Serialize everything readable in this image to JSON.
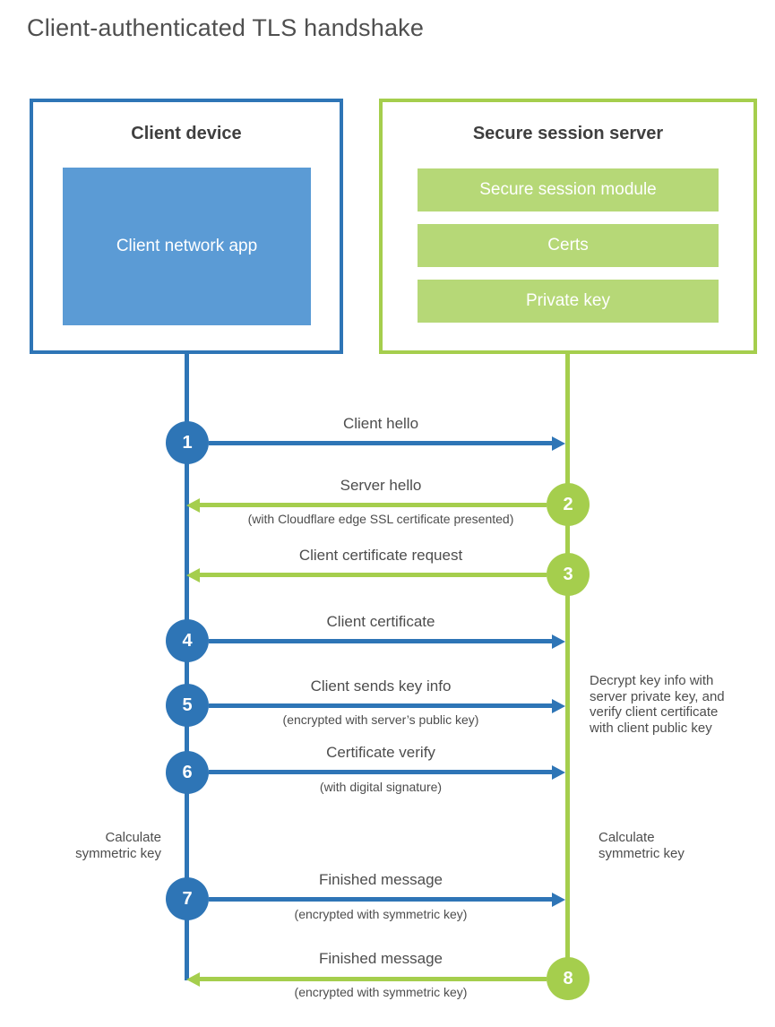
{
  "title": "Client-authenticated TLS handshake",
  "colors": {
    "blue": "#2E75B6",
    "blue_fill": "#5B9BD5",
    "green": "#A5CE4D",
    "green_fill": "#B6D877"
  },
  "client_box": {
    "title": "Client device",
    "app": "Client network app"
  },
  "server_box": {
    "title": "Secure session server",
    "modules": [
      "Secure session module",
      "Certs",
      "Private key"
    ]
  },
  "steps": [
    {
      "num": "1",
      "from": "client",
      "label": "Client hello",
      "sub": ""
    },
    {
      "num": "2",
      "from": "server",
      "label": "Server hello",
      "sub": "(with Cloudflare edge SSL certificate presented)"
    },
    {
      "num": "3",
      "from": "server",
      "label": "Client certificate request",
      "sub": ""
    },
    {
      "num": "4",
      "from": "client",
      "label": "Client certificate",
      "sub": ""
    },
    {
      "num": "5",
      "from": "client",
      "label": "Client sends key info",
      "sub": "(encrypted with server’s public key)"
    },
    {
      "num": "6",
      "from": "client",
      "label": "Certificate verify",
      "sub": "(with digital signature)"
    },
    {
      "num": "7",
      "from": "client",
      "label": "Finished message",
      "sub": "(encrypted with symmetric key)"
    },
    {
      "num": "8",
      "from": "server",
      "label": "Finished message",
      "sub": "(encrypted with symmetric key)"
    }
  ],
  "notes": {
    "decrypt": "Decrypt key info with server private key, and verify client certificate with client public key",
    "calc_left": "Calculate symmetric key",
    "calc_right": "Calculate symmetric key"
  }
}
